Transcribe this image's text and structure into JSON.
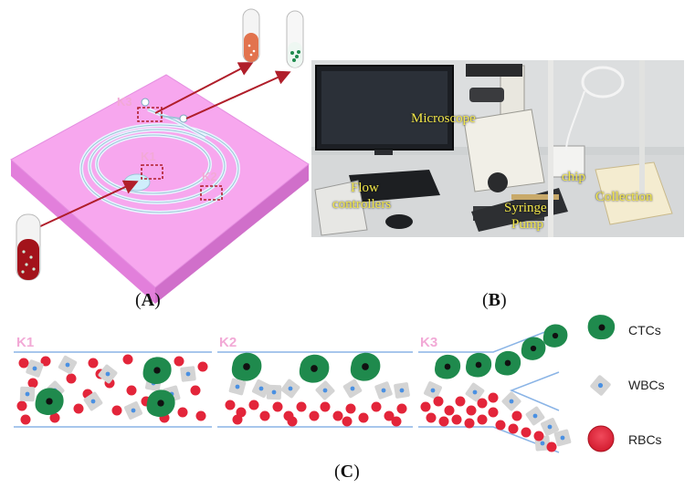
{
  "panels": {
    "a": {
      "label_open": "(",
      "label_letter": "A",
      "label_close": ")"
    },
    "b": {
      "label_open": "(",
      "label_letter": "B",
      "label_close": ")"
    },
    "c": {
      "label_open": "(",
      "label_letter": "C",
      "label_close": ")"
    }
  },
  "chip_labels": {
    "k1": "K1",
    "k2": "K2",
    "k3": "K3"
  },
  "photo_labels": {
    "microscope": "Microscope",
    "flow_line1": "Flow",
    "flow_line2": "controllers",
    "syringe_line1": "Syringe",
    "syringe_line2": "Pump",
    "chip": "chip",
    "collection": "Collection"
  },
  "channel_labels": {
    "k1": "K1",
    "k2": "K2",
    "k3": "K3"
  },
  "legend": {
    "ctcs": "CTCs",
    "wbcs": "WBCs",
    "rbcs": "RBCs"
  },
  "colors": {
    "chip_top": "#f7a7ee",
    "chip_side": "#e27fdb",
    "arrow": "#b01e2a",
    "ctc": "#1f8a4d",
    "wbc": "#d4d4d4",
    "wbc_nucleus": "#4a90e2",
    "rbc": "#e3253a",
    "channel_wall": "#8ab4e6",
    "photo_text": "#f3e84a"
  }
}
